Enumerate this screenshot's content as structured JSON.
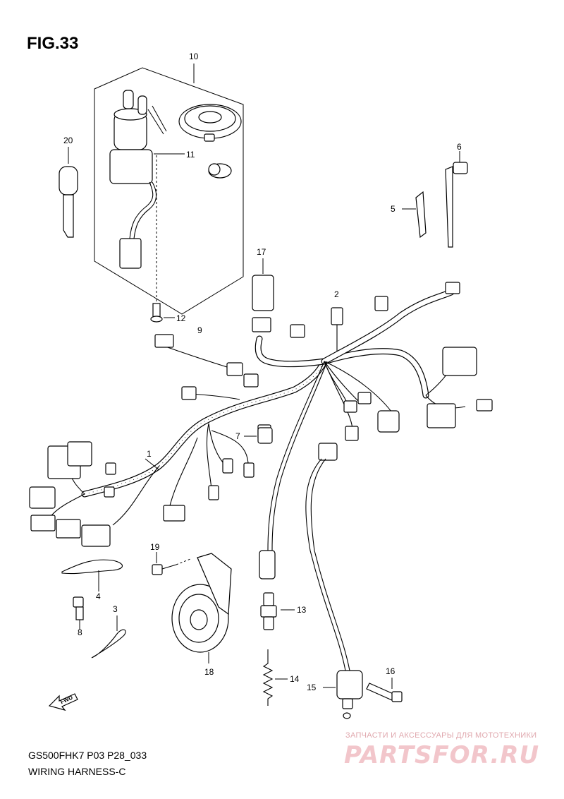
{
  "figure": {
    "title": "FIG.33",
    "model_code": "GS500FHK7 P03 P28_033",
    "caption": "WIRING HARNESS-C"
  },
  "callouts": {
    "c1": "1",
    "c2": "2",
    "c3": "3",
    "c4": "4",
    "c5": "5",
    "c6": "6",
    "c7": "7",
    "c8": "8",
    "c9": "9",
    "c10": "10",
    "c11": "11",
    "c12": "12",
    "c13": "13",
    "c14": "14",
    "c15": "15",
    "c16": "16",
    "c17": "17",
    "c18": "18",
    "c19": "19",
    "c20": "20"
  },
  "fwd_label": "FWD",
  "watermark": {
    "tagline": "ЗАПЧАСТИ И АКСЕССУАРЫ ДЛЯ МОТОТЕХНИКИ",
    "logo": "PARTSFOR.RU"
  }
}
